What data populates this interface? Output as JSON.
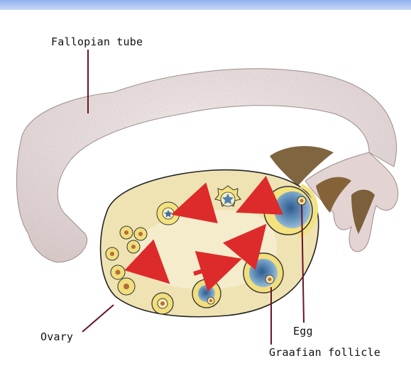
{
  "labels": {
    "fallopian_tube": "Fallopian tube",
    "ovary": "Ovary",
    "egg": "Egg",
    "graafian_follicle": "Graafian follicle"
  },
  "colors": {
    "header_band": "#a9c2f3",
    "tube_fill": "#e6d8d8",
    "tube_stipple": "#8a7a7a",
    "ovary_fill": "#f1e6bd",
    "ovary_outline": "#222222",
    "follicle_fill": "#f4e58a",
    "egg_core": "#6e9fc4",
    "arrow": "#dd2a2a",
    "leader_line": "#6a1428",
    "fimbriae_brown": "#6a4a20"
  }
}
